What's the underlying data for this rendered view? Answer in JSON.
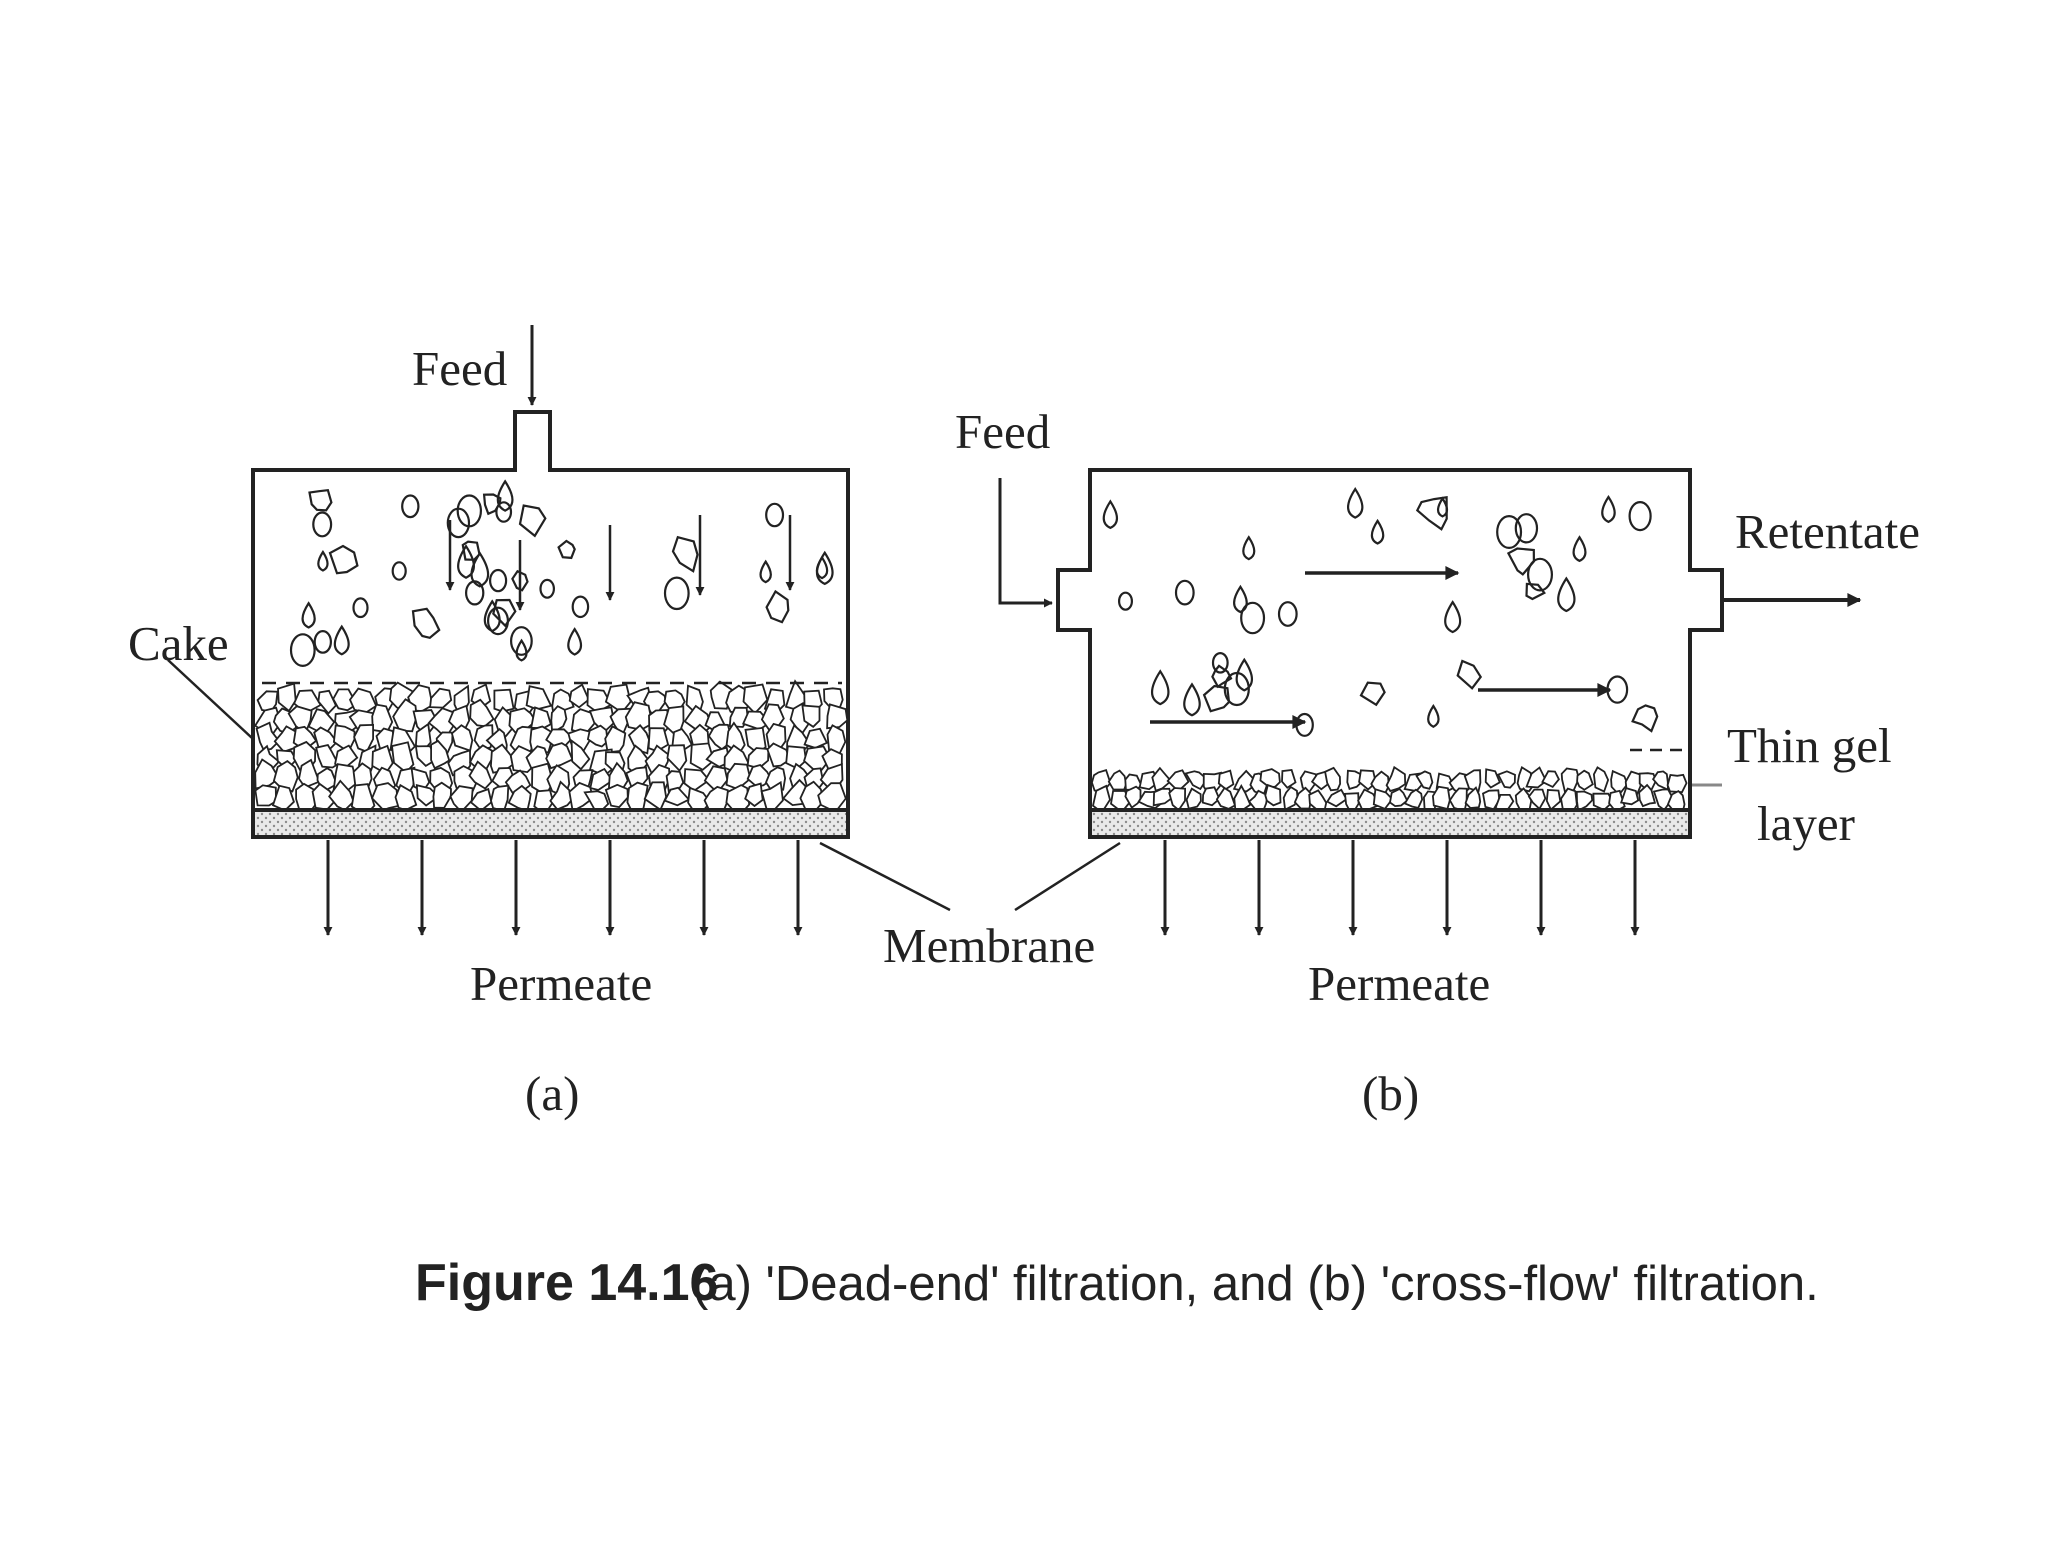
{
  "panel_a": {
    "feed_label": "Feed",
    "cake_label": "Cake",
    "permeate_label": "Permeate",
    "sublabel": "(a)"
  },
  "panel_b": {
    "feed_label": "Feed",
    "retentate_label": "Retentate",
    "gel_label_line1": "Thin gel",
    "gel_label_line2": "layer",
    "permeate_label": "Permeate",
    "sublabel": "(b)"
  },
  "membrane_label": "Membrane",
  "caption": {
    "number": "Figure 14.16",
    "text": "(a) 'Dead-end' filtration, and (b) 'cross-flow' filtration."
  }
}
